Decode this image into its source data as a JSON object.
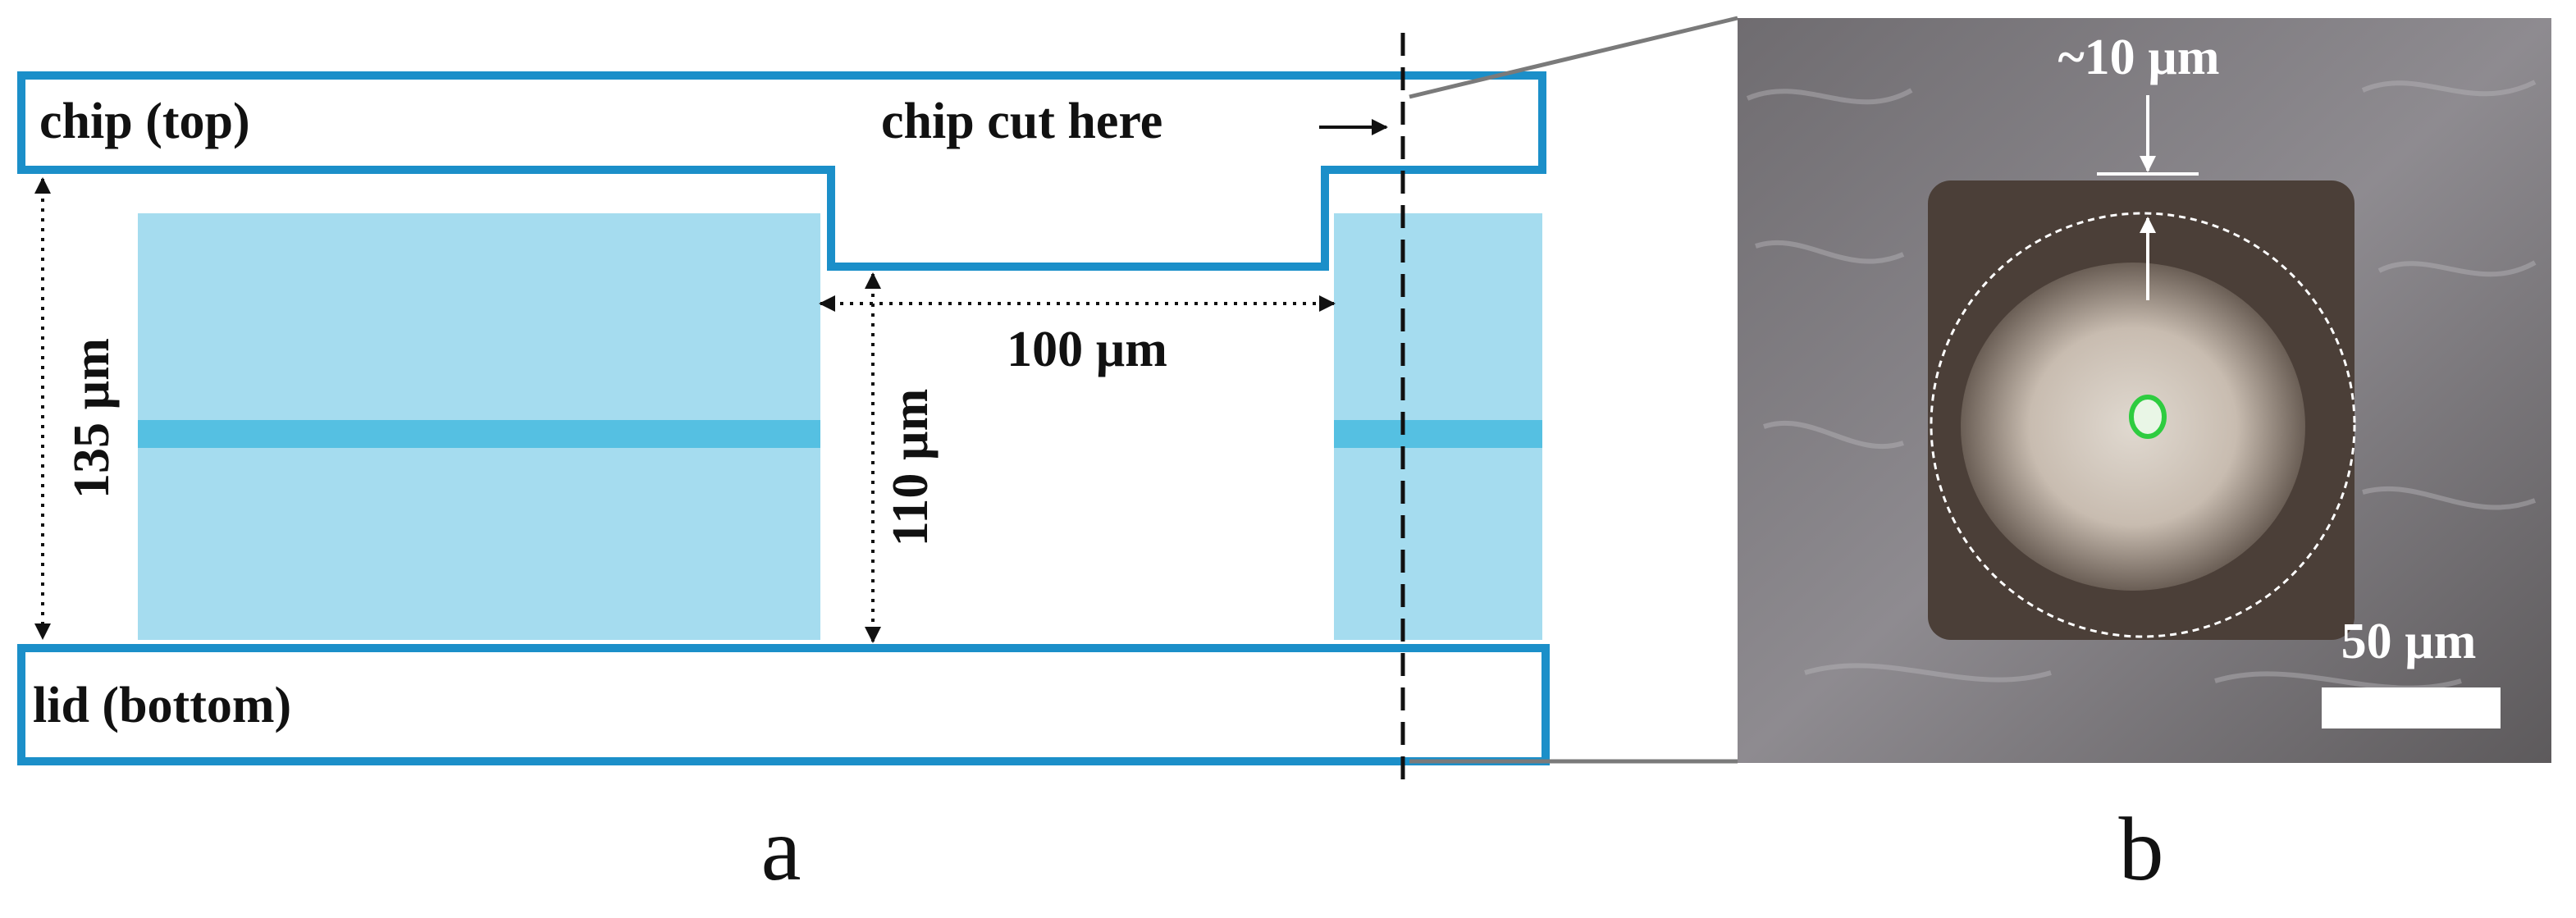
{
  "panel_a": {
    "label": "a",
    "chip_label": "chip (top)",
    "lid_label": "lid (bottom)",
    "cut_label": "chip cut here",
    "width_label": "100 µm",
    "channel_depth_label": "110 µm",
    "total_height_label": "135 µm"
  },
  "panel_b": {
    "label": "b",
    "gap_label": "~10 µm",
    "scale_bar_label": "50 µm"
  },
  "colors": {
    "outline_blue": "#1b8fc9",
    "fill_light_blue": "#a5dcef",
    "core_blue": "#55c0e2",
    "micrograph_bg": "#7f7f80",
    "cell_green": "#2ecc40"
  }
}
